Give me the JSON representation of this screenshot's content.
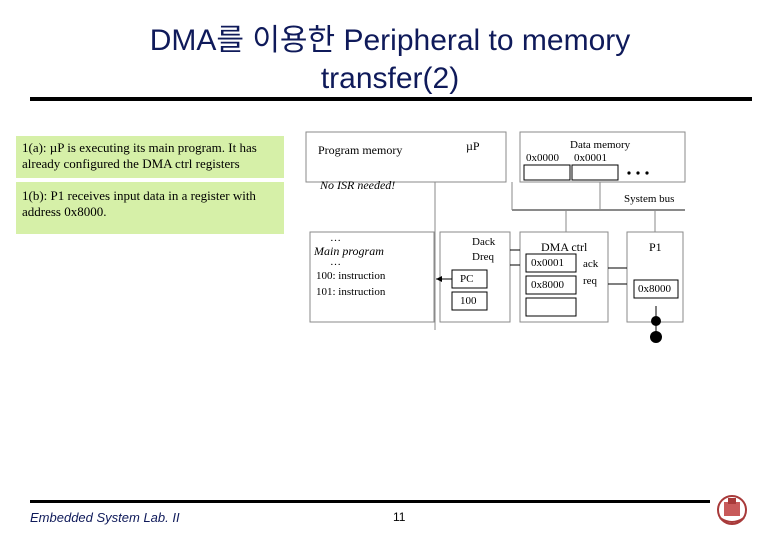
{
  "slide": {
    "title_line1": "DMA를 이용한 Peripheral to memory",
    "title_line2": "transfer(2)",
    "notes": [
      "1(a): µP is executing its main program. It has already configured the DMA ctrl registers",
      "1(b): P1 receives input data in a register with address 0x8000."
    ],
    "footer_left": "Embedded System Lab. II",
    "page_number": "11"
  },
  "diagram": {
    "program_memory_label": "Program memory",
    "mup_label": "µP",
    "data_memory_label": "Data memory",
    "data_addr_0": "0x0000",
    "data_addr_1": "0x0001",
    "no_isr_label": "No ISR needed!",
    "system_bus_label": "System bus",
    "main_program": {
      "dots_top": "…",
      "label": "Main program",
      "dots_mid": "…",
      "line1": "100: instruction",
      "line2": "101: instruction"
    },
    "dack_label": "Dack",
    "dreq_label": "Dreq",
    "pc_label": "PC",
    "pc_value": "100",
    "dma_ctrl_label": "DMA ctrl",
    "dma_reg1": "0x0001",
    "dma_reg2": "0x8000",
    "ack_label": "ack",
    "req_label": "req",
    "p1_label": "P1",
    "p1_reg": "0x8000"
  },
  "colors": {
    "title": "#0f1a5a",
    "note_bg": "#d6f0a8",
    "bus_gray": "#8a8a8a"
  }
}
